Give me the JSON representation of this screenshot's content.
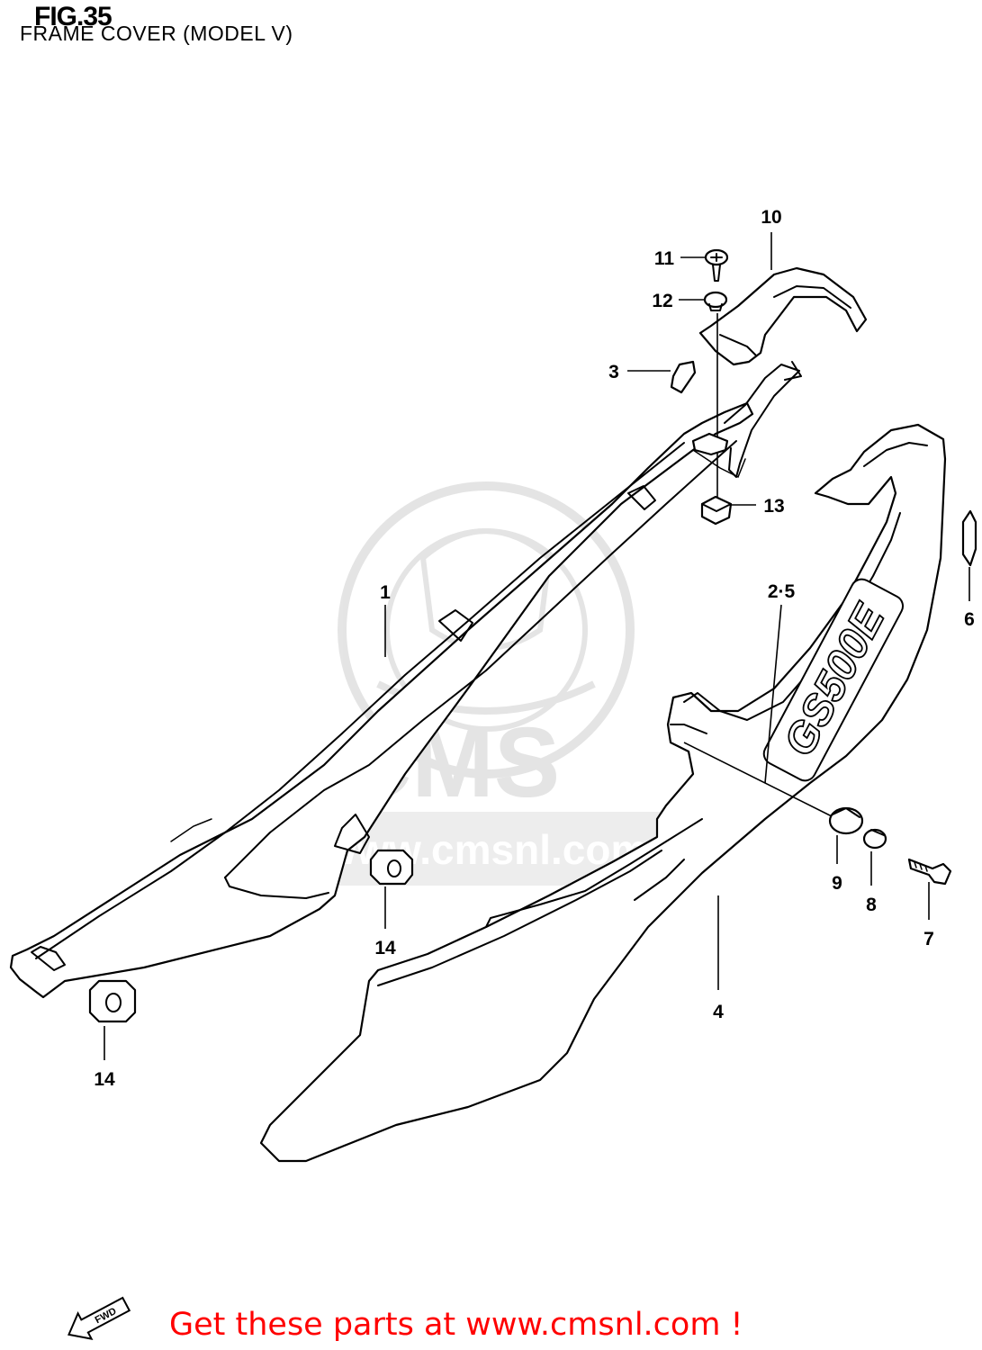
{
  "figure": {
    "title": "FIG.35",
    "subtitle": "FRAME COVER (MODEL V)"
  },
  "watermark": {
    "brand": "CMS",
    "url": "www.cmsnl.com",
    "color": "#e2e2e2"
  },
  "callouts": [
    {
      "id": "c1",
      "label": "1"
    },
    {
      "id": "c2-5",
      "label": "2·5"
    },
    {
      "id": "c3",
      "label": "3"
    },
    {
      "id": "c4",
      "label": "4"
    },
    {
      "id": "c6",
      "label": "6"
    },
    {
      "id": "c7",
      "label": "7"
    },
    {
      "id": "c8",
      "label": "8"
    },
    {
      "id": "c9",
      "label": "9"
    },
    {
      "id": "c10",
      "label": "10"
    },
    {
      "id": "c11",
      "label": "11"
    },
    {
      "id": "c12",
      "label": "12"
    },
    {
      "id": "c13",
      "label": "13"
    },
    {
      "id": "c14a",
      "label": "14"
    },
    {
      "id": "c14b",
      "label": "14"
    }
  ],
  "panel_logo": "GS500E",
  "fwd_label": "FWD",
  "footer": {
    "text": "Get these parts at www.cmsnl.com !",
    "color": "#ff0000"
  }
}
